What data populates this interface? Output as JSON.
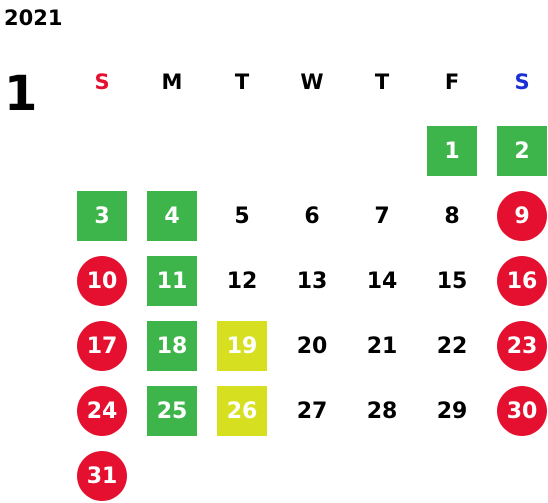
{
  "year": "2021",
  "month": "1",
  "weekdays": [
    {
      "label": "S",
      "color": "#e5102f"
    },
    {
      "label": "M",
      "color": "#000000"
    },
    {
      "label": "T",
      "color": "#000000"
    },
    {
      "label": "W",
      "color": "#000000"
    },
    {
      "label": "T",
      "color": "#000000"
    },
    {
      "label": "F",
      "color": "#000000"
    },
    {
      "label": "S",
      "color": "#1a2fd6"
    }
  ],
  "first_weekday_index": 5,
  "days_in_month": 31,
  "day_styles": {
    "1": "green",
    "2": "green",
    "3": "green",
    "4": "green",
    "9": "red",
    "10": "red",
    "11": "green",
    "16": "red",
    "17": "red",
    "18": "green",
    "19": "yellow",
    "23": "red",
    "24": "red",
    "25": "green",
    "26": "yellow",
    "30": "red",
    "31": "red"
  },
  "colors": {
    "green": "#3db54a",
    "yellow": "#d6e021",
    "red": "#e5102f"
  }
}
